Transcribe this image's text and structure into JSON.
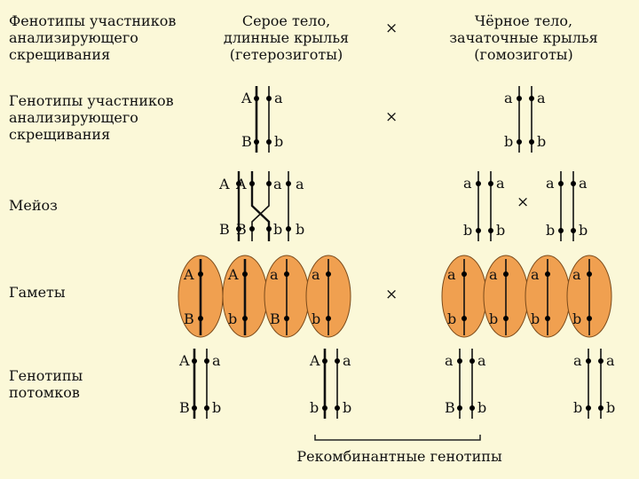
{
  "row_labels": {
    "phenotypes": "Фенотипы участников\nанализирующего\nскрещивания",
    "genotypes": "Генотипы участников\nанализирующего\nскрещивания",
    "meiosis": "Мейоз",
    "gametes": "Гаметы",
    "offspring": "Генотипы\nпотомков"
  },
  "headers": {
    "left": "Серое тело,\nдлинные крылья\n(гетерозиготы)",
    "right": "Чёрное тело,\nзачаточные крылья\n(гомозиготы)"
  },
  "cross_symbol": "×",
  "recombinant_label": "Рекомбинантные генотипы",
  "alleles": {
    "A": "A",
    "a": "a",
    "B": "B",
    "b": "b"
  },
  "colors": {
    "background": "#fbf8d8",
    "gamete_fill": "#f0a050",
    "chromosome": "#111111"
  }
}
